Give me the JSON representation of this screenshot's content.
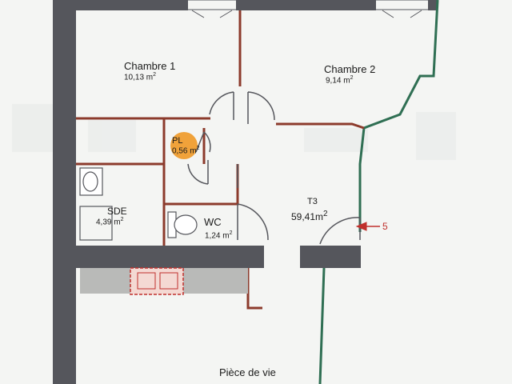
{
  "plan": {
    "rooms": [
      {
        "id": "chambre-1",
        "name": "Chambre 1",
        "area": "10,13 m",
        "area_sup": "2"
      },
      {
        "id": "chambre-2",
        "name": "Chambre 2",
        "area": "9,14 m",
        "area_sup": "2"
      },
      {
        "id": "placard",
        "name": "PL",
        "area": "0,56 m",
        "area_sup": "2"
      },
      {
        "id": "sde",
        "name": "SDE",
        "area": "4,39 m",
        "area_sup": "2"
      },
      {
        "id": "wc",
        "name": "WC",
        "area": "1,24 m",
        "area_sup": "2"
      },
      {
        "id": "apartment",
        "name": "T3",
        "area": "59,41m",
        "area_sup": "2"
      },
      {
        "id": "piece-de-vie",
        "name": "Pièce de vie",
        "area": "",
        "area_sup": ""
      }
    ],
    "entrance_marker": "5",
    "colors": {
      "wall_dark": "#55565c",
      "partition": "#8c3b2c",
      "facade_green": "#2f6f53",
      "placard_fill": "#f0a23a",
      "entrance_arrow": "#c0302c",
      "background": "#f4f5f3"
    }
  }
}
